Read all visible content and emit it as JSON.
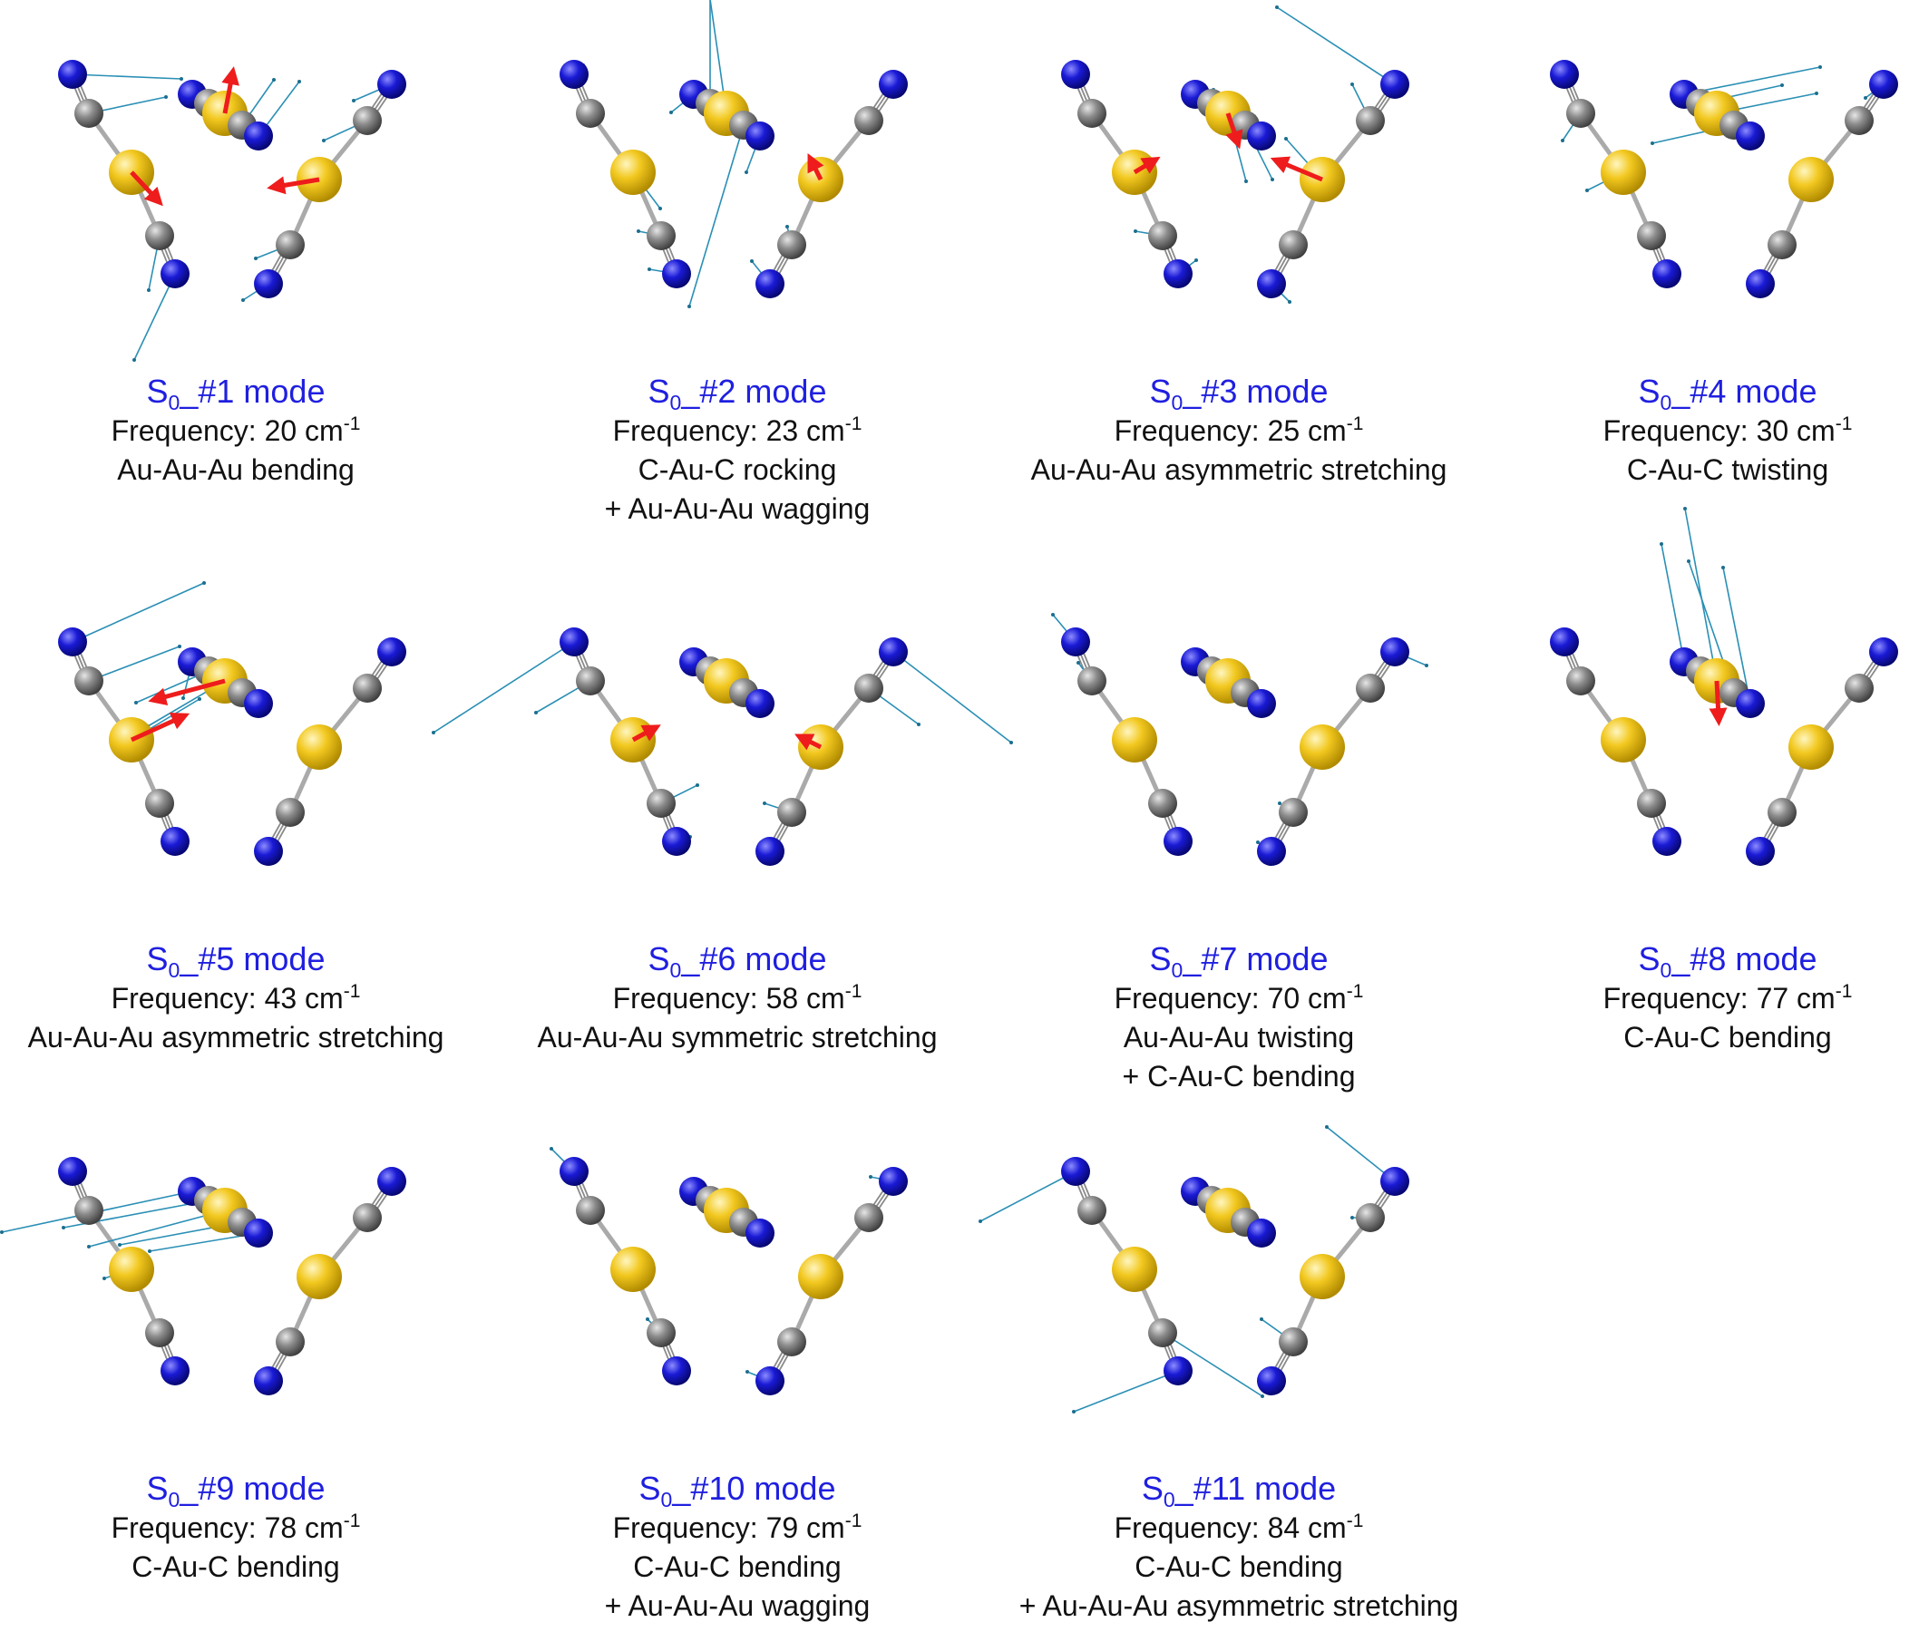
{
  "colors": {
    "gold": "#f2c81f",
    "carbon": "#8c8c8c",
    "nitrogen": "#1a1ad6",
    "bond": "#aaaaaa",
    "displacement_line": "#2a8fb5",
    "arrow": "#ee1c1c",
    "title": "#1f1fe0"
  },
  "freq_prefix": "Frequency: ",
  "freq_unit": "cm",
  "freq_unit_exp": "-1",
  "modes": [
    {
      "prefix": "S",
      "sub": "0",
      "suffix": "_#1 mode",
      "freq": "20",
      "desc": [
        "Au-Au-Au bending"
      ]
    },
    {
      "prefix": "S",
      "sub": "0",
      "suffix": "_#2 mode",
      "freq": "23",
      "desc": [
        "C-Au-C rocking",
        "+ Au-Au-Au wagging"
      ]
    },
    {
      "prefix": "S",
      "sub": "0",
      "suffix": "_#3 mode",
      "freq": "25",
      "desc": [
        "Au-Au-Au asymmetric stretching"
      ]
    },
    {
      "prefix": "S",
      "sub": "0",
      "suffix": "_#4 mode",
      "freq": "30",
      "desc": [
        "C-Au-C twisting"
      ]
    },
    {
      "prefix": "S",
      "sub": "0",
      "suffix": "_#5 mode",
      "freq": "43",
      "desc": [
        "Au-Au-Au asymmetric stretching"
      ]
    },
    {
      "prefix": "S",
      "sub": "0",
      "suffix": "_#6 mode",
      "freq": "58",
      "desc": [
        "Au-Au-Au symmetric stretching"
      ]
    },
    {
      "prefix": "S",
      "sub": "0",
      "suffix": "_#7 mode",
      "freq": "70",
      "desc": [
        "Au-Au-Au twisting",
        "+ C-Au-C bending"
      ]
    },
    {
      "prefix": "S",
      "sub": "0",
      "suffix": "_#8 mode",
      "freq": "77",
      "desc": [
        "C-Au-C bending"
      ]
    },
    {
      "prefix": "S",
      "sub": "0",
      "suffix": "_#9 mode",
      "freq": "78",
      "desc": [
        "C-Au-C bending"
      ]
    },
    {
      "prefix": "S",
      "sub": "0",
      "suffix": "_#10 mode",
      "freq": "79",
      "desc": [
        "C-Au-C bending",
        "+ Au-Au-Au wagging"
      ]
    },
    {
      "prefix": "S",
      "sub": "0",
      "suffix": "_#11 mode",
      "freq": "84",
      "desc": [
        "C-Au-C bending",
        "+ Au-Au-Au asymmetric stretching"
      ]
    }
  ]
}
